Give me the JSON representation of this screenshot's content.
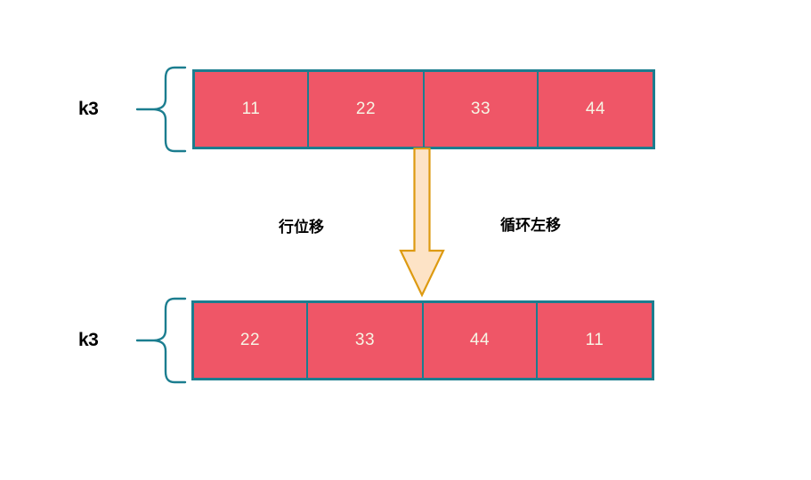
{
  "diagram": {
    "title": "",
    "background_color": "#ffffff",
    "colors": {
      "cell_fill": "#ef5667",
      "cell_border": "#1b7d8f",
      "cell_text": "#f6f4e4",
      "brace": "#1b7d8f",
      "arrow_fill": "#fde3c6",
      "arrow_border": "#dd9a11",
      "label_text": "#000000"
    },
    "rows": [
      {
        "label": "k3",
        "name": "input-row",
        "cells": [
          "11",
          "22",
          "33",
          "44"
        ]
      },
      {
        "label": "k3",
        "name": "output-row",
        "cells": [
          "22",
          "33",
          "44",
          "11"
        ]
      }
    ],
    "annotations": [
      {
        "text": "行位移",
        "name": "shift-rows-label"
      },
      {
        "text": "循环左移",
        "name": "cyclic-left-shift-label"
      }
    ],
    "arrow": {
      "direction": "down",
      "name": "transform-arrow"
    }
  }
}
